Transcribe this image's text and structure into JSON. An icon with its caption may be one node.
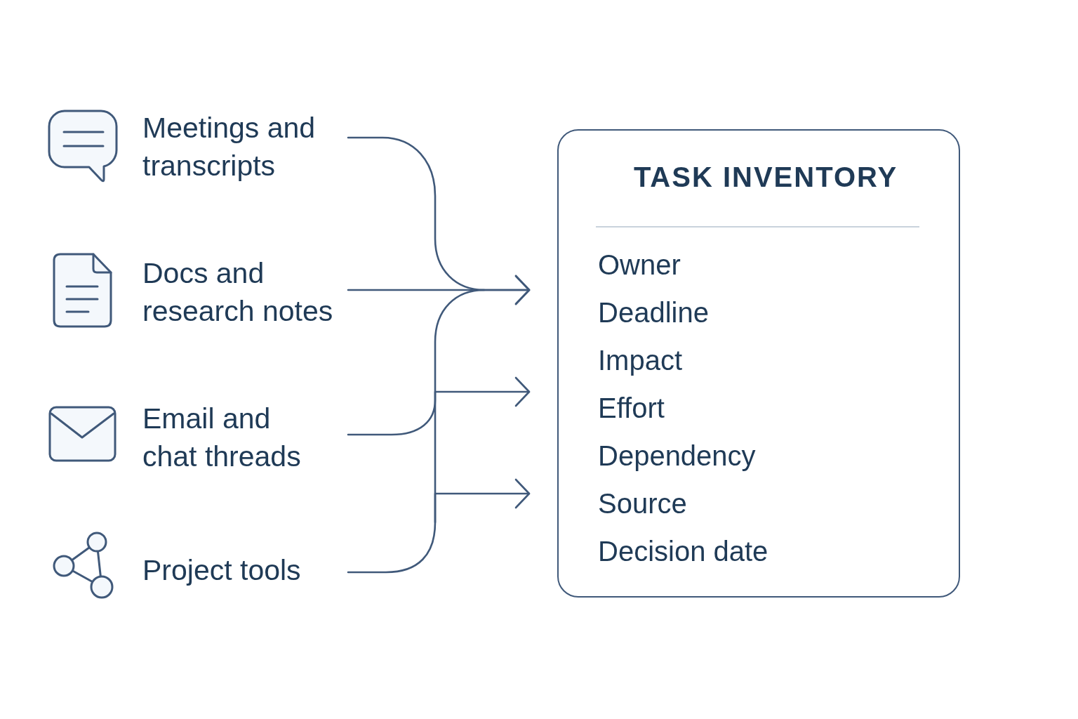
{
  "diagram": {
    "nodes": [
      {
        "text": [
          "Meetings and transcripts"
        ]
      },
      {
        "text": [
          "Docs and research notes"
        ]
      },
      {
        "text": [
          "Email and chat threads"
        ]
      },
      {
        "text": [
          "Project tools"
        ]
      },
      {
        "text": [
          "TASK INVENTORY",
          "Owner",
          "Deadline",
          "Impact",
          "Effort",
          "Dependency",
          "Source",
          "Decision date"
        ]
      }
    ],
    "edges": [
      {
        "from": 0,
        "to": 4,
        "arrow": "to"
      },
      {
        "from": 1,
        "to": 4,
        "arrow": "to"
      },
      {
        "from": 2,
        "to": 4,
        "arrow": "to"
      },
      {
        "from": 3,
        "to": 4,
        "arrow": "to"
      }
    ]
  }
}
